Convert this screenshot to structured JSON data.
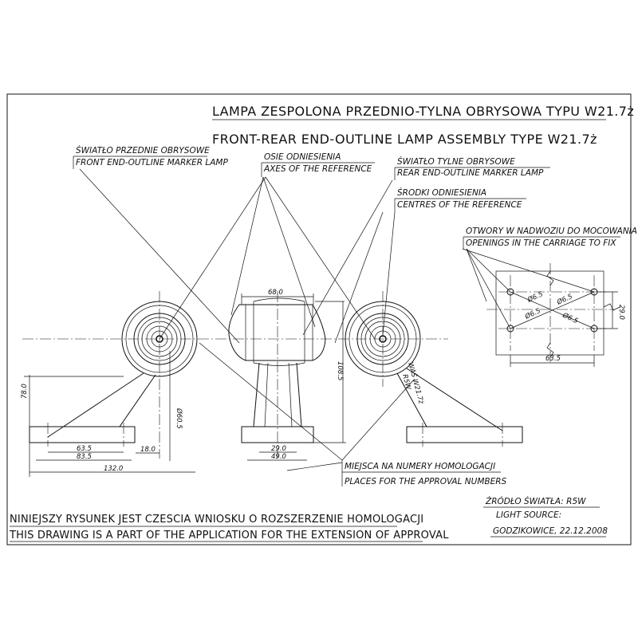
{
  "title": {
    "pl": "LAMPA  ZESPOLONA  PRZEDNIO-TYLNA OBRYSOWA TYPU W21.7ż",
    "en": "FRONT-REAR END-OUTLINE LAMP ASSEMBLY TYPE W21.7ż"
  },
  "labels": {
    "front_pl": "ŚWIATŁO PRZEDNIE OBRYSOWE",
    "front_en": "FRONT END-OUTLINE MARKER LAMP",
    "axes_pl": "OSIE  ODNIESIENIA",
    "axes_en": "AXES OF THE REFERENCE",
    "rear_pl": "ŚWIATŁO TYLNE OBRYSOWE",
    "rear_en": "REAR END-OUTLINE MARKER LAMP",
    "centres_pl": "ŚRODKI  ODNIESIENIA",
    "centres_en": "CENTRES OF THE REFERENCE",
    "openings_pl": "OTWORY W NADWOZIU DO MOCOWANIA",
    "openings_en": "OPENINGS IN THE CARRIAGE TO FIX",
    "places_pl": "MIEJSCA NA NUMERY HOMOLOGACJI",
    "places_en": "PLACES FOR THE APPROVAL NUMBERS",
    "bulb": "WAŚ W21.7ż",
    "bulb2": "R5W"
  },
  "dimensions": {
    "d68": "68.0",
    "d108": "108.5",
    "d78": "78.0",
    "d60": "Ø60.5",
    "d635a": "63.5",
    "d835": "83.5",
    "d180": "18.0",
    "d1320": "132.0",
    "d290a": "29.0",
    "d490": "49.0",
    "dphi65a": "Ø6.5",
    "dphi65b": "Ø6.5",
    "dphi65c": "Ø6.5",
    "dphi65d": "Ø6.5",
    "d290b": "29.0",
    "d635b": "63.5"
  },
  "footer": {
    "note_pl": "NINIEJSZY RYSUNEK JEST CZESCIA WNIOSKU O ROZSZERZENIE HOMOLOGACJI",
    "note_en": "THIS DRAWING IS A PART OF THE APPLICATION FOR THE EXTENSION OF APPROVAL",
    "source_pl": "ŹRÓDŁO ŚWIATŁA:  R5W",
    "source_en": "LIGHT SOURCE:",
    "place_date": "GODZIKOWICE, 22.12.2008"
  }
}
